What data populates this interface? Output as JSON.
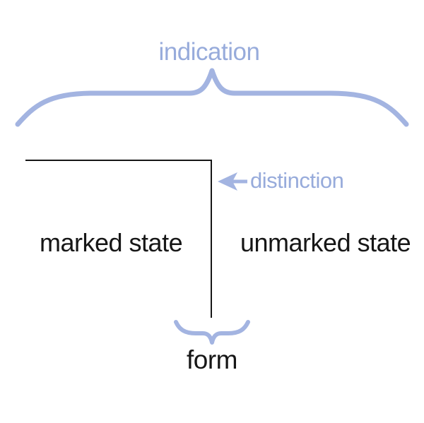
{
  "diagram": {
    "top_label": "indication",
    "pointer_label": "distinction",
    "left_region_label": "marked state",
    "right_region_label": "unmarked state",
    "bottom_label": "form"
  },
  "colors": {
    "accent": "#a3b4e1",
    "label_blue": "#97abdb",
    "ink": "#161616",
    "background": "#ffffff"
  }
}
